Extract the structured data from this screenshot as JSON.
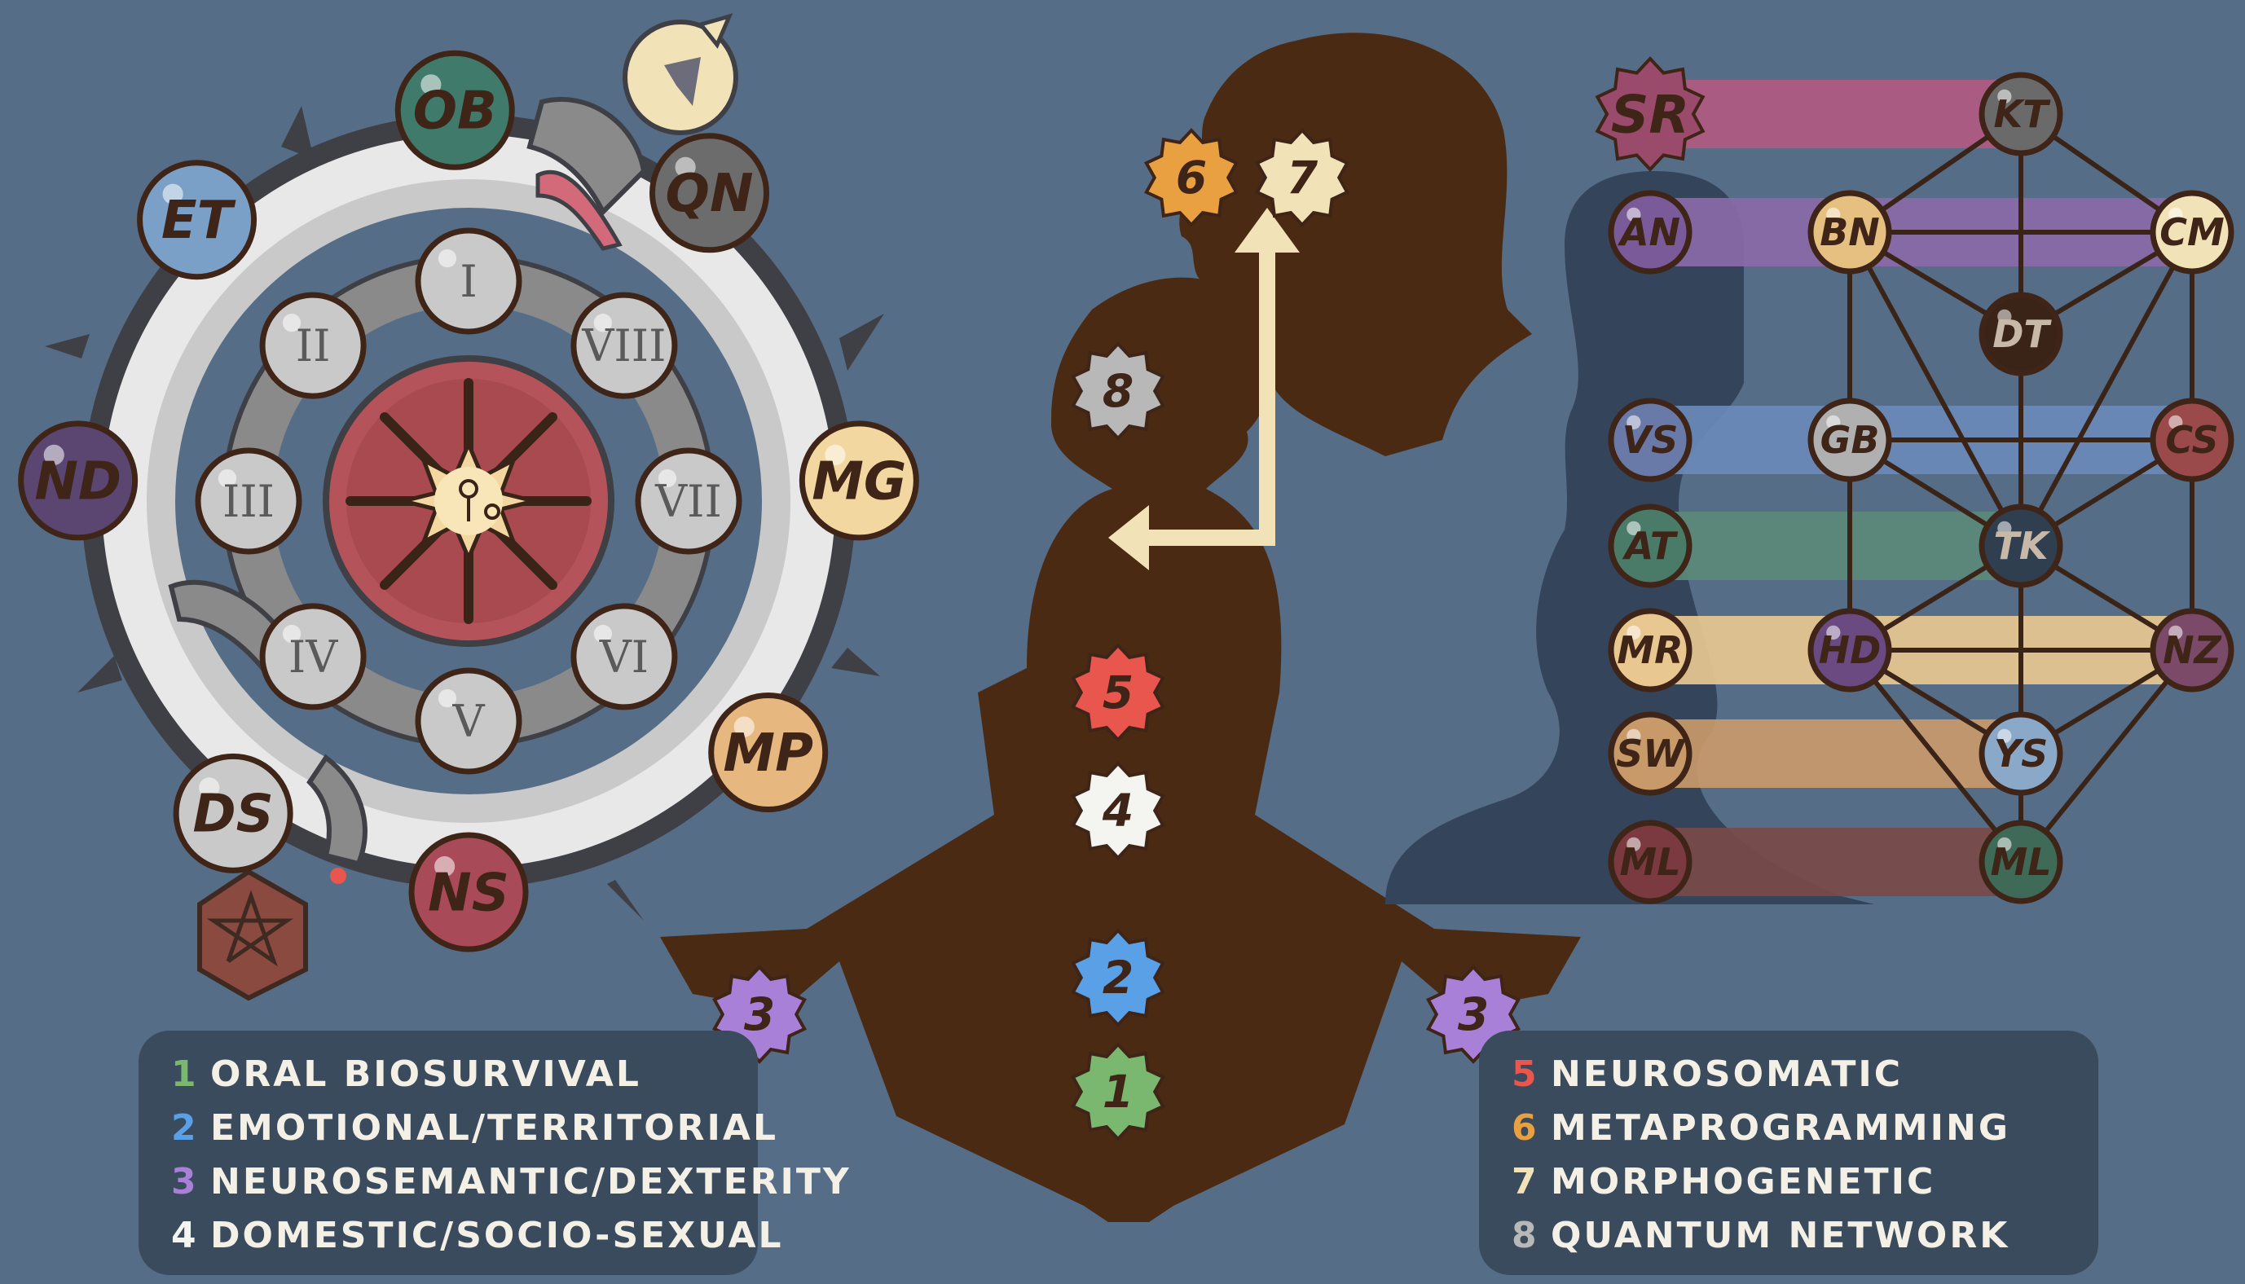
{
  "colors": {
    "background": "#566d87",
    "silhouette": "#4a2a12",
    "panel": "#3a4b5e",
    "circuit_1": "#7ab870",
    "circuit_2": "#5aa0e6",
    "circuit_3": "#a880d8",
    "circuit_4": "#f4f4f0",
    "circuit_5": "#e8564e",
    "circuit_6": "#e8a040",
    "circuit_7": "#f2e2b8",
    "circuit_8": "#b8b8b8"
  },
  "legend_left": [
    {
      "num": "1",
      "label": "ORAL BIOSURVIVAL",
      "color": "#7ab870"
    },
    {
      "num": "2",
      "label": "EMOTIONAL/TERRITORIAL",
      "color": "#5aa0e6"
    },
    {
      "num": "3",
      "label": "NEUROSEMANTIC/DEXTERITY",
      "color": "#a880d8"
    },
    {
      "num": "4",
      "label": "DOMESTIC/SOCIO-SEXUAL",
      "color": "#f4f4f0"
    }
  ],
  "legend_right": [
    {
      "num": "5",
      "label": "NEUROSOMATIC",
      "color": "#e8564e"
    },
    {
      "num": "6",
      "label": "METAPROGRAMMING",
      "color": "#e8a040"
    },
    {
      "num": "7",
      "label": "MORPHOGENETIC",
      "color": "#f2e2b8"
    },
    {
      "num": "8",
      "label": "QUANTUM NETWORK",
      "color": "#b8b8b8"
    }
  ],
  "wheel_outer_labels": [
    "OB",
    "QN",
    "MG",
    "MP",
    "NS",
    "DS",
    "ND",
    "ET"
  ],
  "wheel_inner_labels": [
    "I",
    "II",
    "III",
    "IV",
    "V",
    "VI",
    "VII",
    "VIII"
  ],
  "figure_badges": [
    "1",
    "2",
    "3",
    "3",
    "4",
    "5",
    "6",
    "7",
    "8"
  ],
  "tree_left_labels": [
    "SR",
    "AN",
    "VS",
    "AT",
    "MR",
    "SW",
    "ML"
  ],
  "tree_node_labels": [
    "KT",
    "BN",
    "CM",
    "DT",
    "GB",
    "CS",
    "TK",
    "HD",
    "NZ",
    "YS",
    "ML"
  ],
  "icons": [
    "sun-glyph-icon",
    "pentagram-d12-icon",
    "apple-logo-icon"
  ]
}
